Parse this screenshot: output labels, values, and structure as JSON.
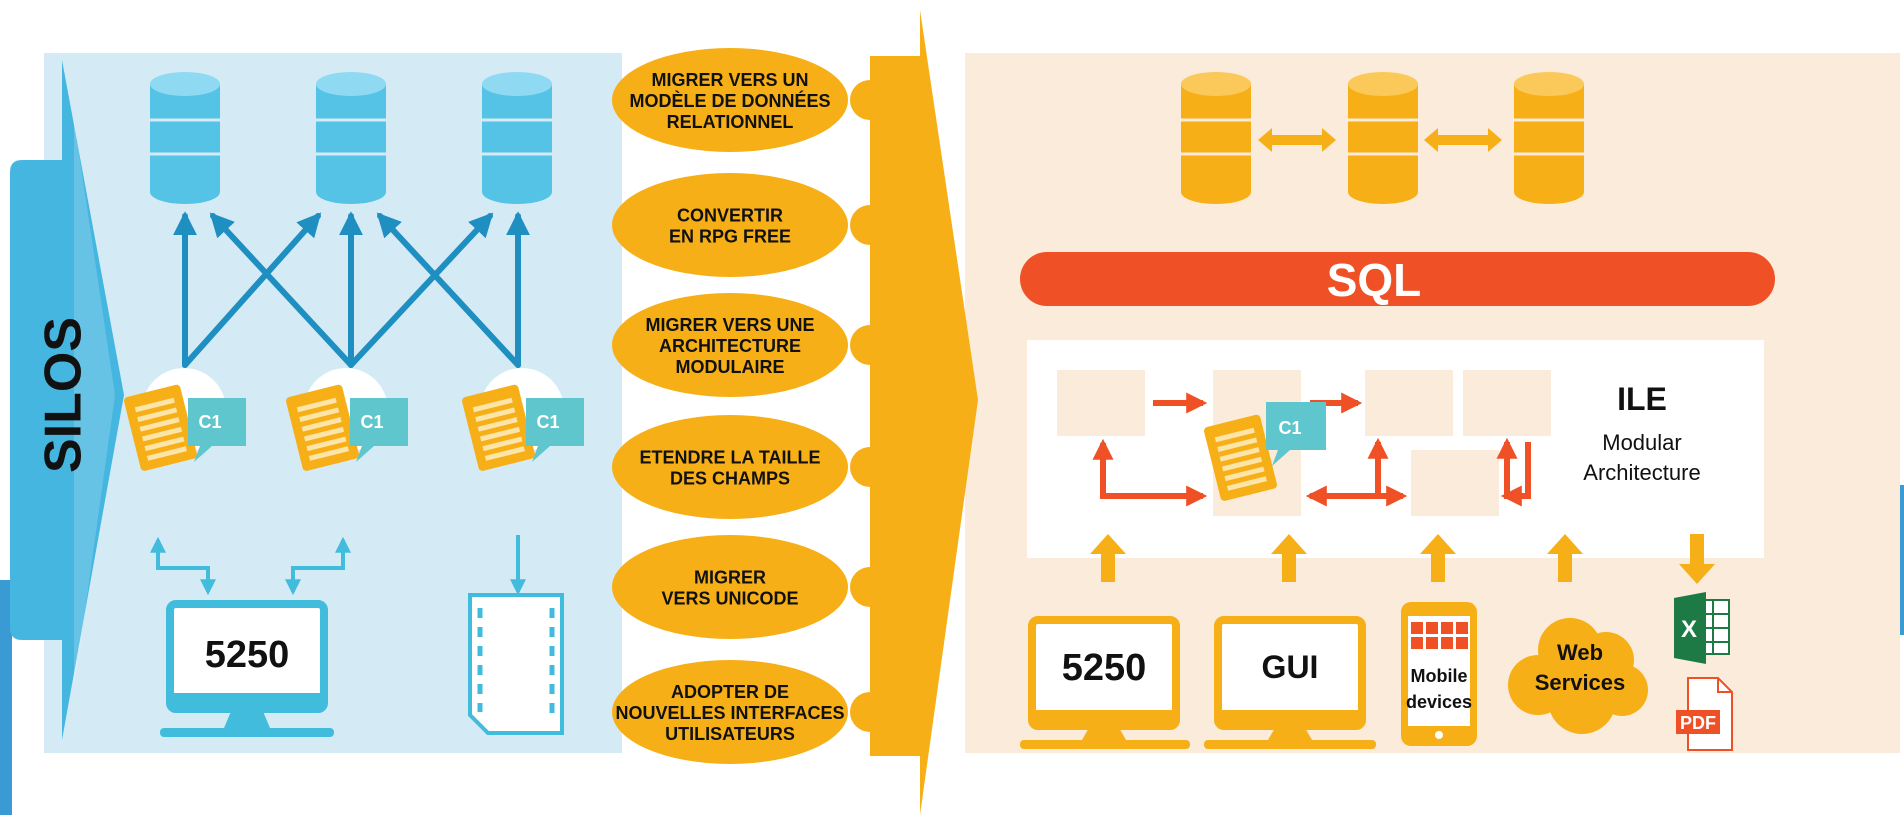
{
  "left": {
    "silos_label": "SILOS",
    "program_tag": "C1",
    "terminal_label": "5250"
  },
  "steps": [
    {
      "lines": [
        "MIGRER VERS UN",
        "MODÈLE DE DONNÉES",
        "RELATIONNEL"
      ]
    },
    {
      "lines": [
        "CONVERTIR",
        "EN RPG FREE"
      ]
    },
    {
      "lines": [
        "MIGRER VERS UNE",
        "ARCHITECTURE",
        "MODULAIRE"
      ]
    },
    {
      "lines": [
        "ETENDRE LA TAILLE",
        "DES CHAMPS"
      ]
    },
    {
      "lines": [
        "MIGRER",
        "VERS UNICODE"
      ]
    },
    {
      "lines": [
        "ADOPTER DE",
        "NOUVELLES INTERFACES",
        "UTILISATEURS"
      ]
    }
  ],
  "right": {
    "sql_label": "SQL",
    "ile_title": "ILE",
    "ile_sub1": "Modular",
    "ile_sub2": "Architecture",
    "program_tag": "C1",
    "terminal_label": "5250",
    "gui_label": "GUI",
    "mobile_line1": "Mobile",
    "mobile_line2": "devices",
    "web_line1": "Web",
    "web_line2": "Services",
    "excel_letter": "X",
    "pdf_label": "PDF"
  },
  "colors": {
    "left_bg": "#d4ebf6",
    "right_bg": "#fbebda",
    "blue": "#55c3e6",
    "blue_dark": "#1f8fc1",
    "teal": "#5ec6cc",
    "orange": "#f7af17",
    "sql_red": "#ef5026",
    "silos_tab": "#45b6e0"
  }
}
